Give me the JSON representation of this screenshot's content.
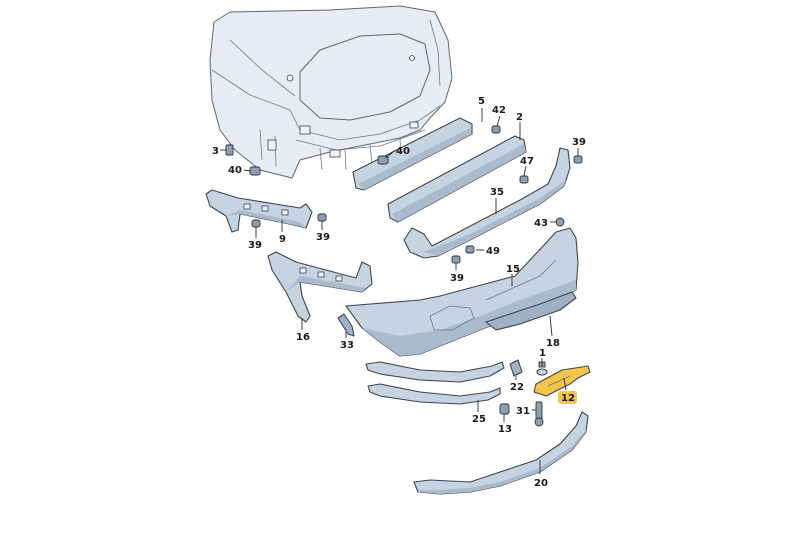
{
  "callouts": {
    "c1": "1",
    "c2": "2",
    "c3": "3",
    "c5": "5",
    "c9": "9",
    "c12": "12",
    "c13": "13",
    "c15": "15",
    "c16": "16",
    "c18": "18",
    "c20": "20",
    "c22": "22",
    "c25": "25",
    "c31": "31",
    "c33": "33",
    "c35": "35",
    "c39a": "39",
    "c39b": "39",
    "c39c": "39",
    "c39d": "39",
    "c40a": "40",
    "c40b": "40",
    "c42": "42",
    "c43": "43",
    "c47": "47",
    "c49": "49"
  },
  "highlight_color": "#f3c64a",
  "part_color": "#c6d4e1"
}
